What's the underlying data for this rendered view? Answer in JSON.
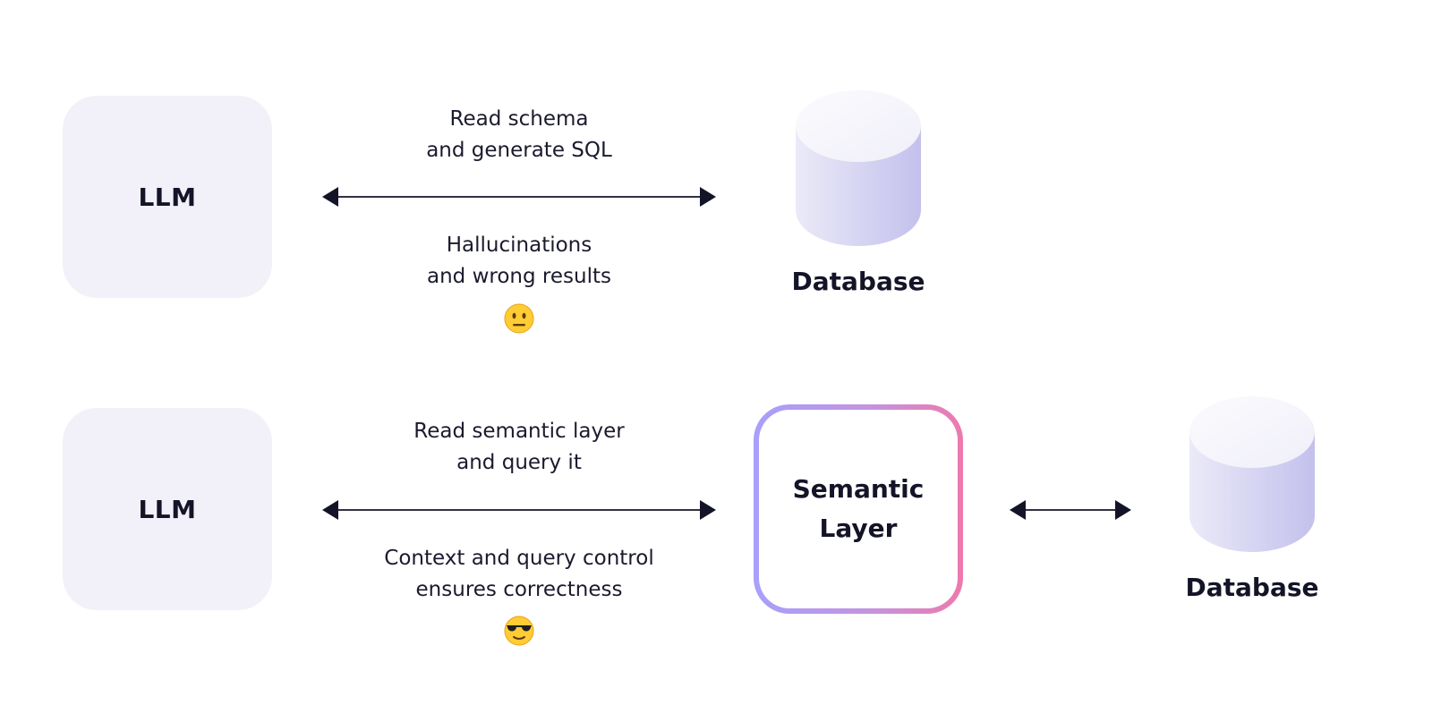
{
  "row1": {
    "llm_label": "LLM",
    "caption_top": [
      "Read schema",
      "and generate SQL"
    ],
    "caption_bottom": [
      "Hallucinations",
      "and wrong results"
    ],
    "emoji": "neutral-face",
    "db_label": "Database"
  },
  "row2": {
    "llm_label": "LLM",
    "caption_top": [
      "Read semantic layer",
      "and query it"
    ],
    "caption_bottom": [
      "Context and query control",
      "ensures correctness"
    ],
    "emoji": "sunglasses-face",
    "semantic_label": [
      "Semantic",
      "Layer"
    ],
    "db_label": "Database"
  },
  "colors": {
    "box_fill": "#f2f1f9",
    "arrow": "#141428",
    "gradient_start": "#a7a0fb",
    "gradient_end": "#ee79ad",
    "cylinder_light": "#f1f0fa",
    "cylinder_dark": "#c4c2ec"
  }
}
